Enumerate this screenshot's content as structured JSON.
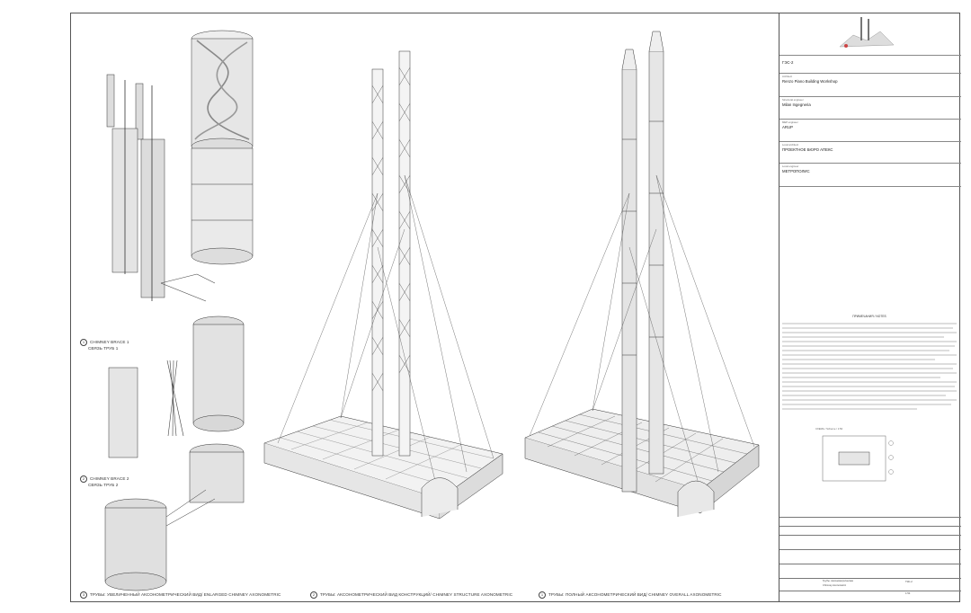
{
  "captions": [
    {
      "num": "1",
      "line1": "CHIMNEY BRACE 1",
      "line2": "СВЯЗЬ ТРУБ 1"
    },
    {
      "num": "2",
      "line1": "CHIMNEY BRACE 2",
      "line2": "СВЯЗЬ ТРУБ 2"
    },
    {
      "num": "3",
      "line1": "ТРУБЫ: УВЕЛИЧЕННЫЙ АКСОНОМЕТРИЧЕСКИЙ ВИД/ ENLARGED CHIMNEY AXONOMETRIC"
    },
    {
      "num": "2",
      "line1": "ТРУБЫ: АКСОНОМЕТРИЧЕСКИЙ ВИД КОНСТРУКЦИЙ/ CHIMNEY STRUCTURE AXONOMETRIC"
    },
    {
      "num": "1",
      "line1": "ТРУБЫ: ПОЛНЫЙ АКСОНОМЕТРИЧЕСКИЙ ВИД/ CHIMNEY OVERALL AXONOMETRIC"
    }
  ],
  "title_block": {
    "project": "ГЭС-2",
    "team": [
      {
        "role": "Architect",
        "name": "Renzo Piano Building Workshop"
      },
      {
        "role": "Structural engineer",
        "name": "Milan Ingegneria"
      },
      {
        "role": "MEP engineer",
        "name": "ARUP"
      },
      {
        "role": "Local architect",
        "name": "ПРОЕКТНОЕ БЮРО АПЕКС"
      },
      {
        "role": "Local engineer",
        "name": "МЕТРОПОЛИС"
      }
    ],
    "notes_title": "ПРИМЕЧАНИЯ / NOTES",
    "detail_label": "СХЕМА / Scheme / 1:50",
    "bottom_cells": [
      "Трубы. Аксонометрические",
      "Chimney Axonometric",
      "ГЭС-2",
      "1:50"
    ]
  }
}
